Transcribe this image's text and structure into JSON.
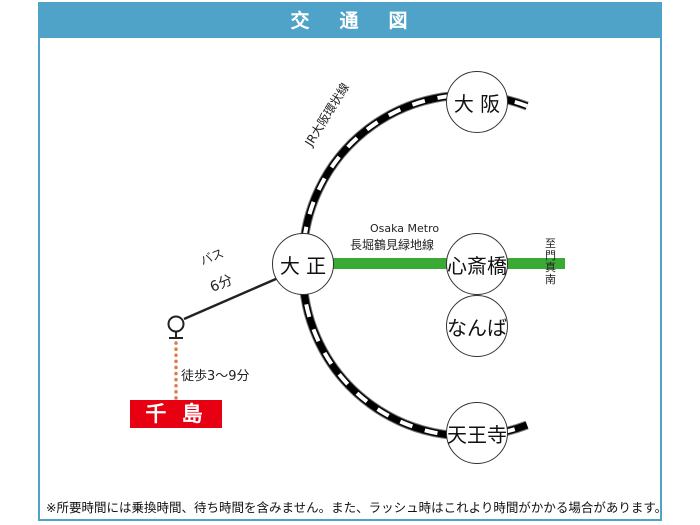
{
  "header": {
    "title_chars": [
      "交",
      "通",
      "図"
    ]
  },
  "stations": {
    "osaka": "大 阪",
    "taisho": "大 正",
    "shinsaibashi": "心斎橋",
    "namba": "なんば",
    "tennoji": "天王寺"
  },
  "lines": {
    "jr": {
      "name": "JR大阪環状線",
      "color": "#000000"
    },
    "metro": {
      "name_en": "Osaka Metro",
      "name_ja": "長堀鶴見緑地線",
      "color": "#3aaa35",
      "direction": "至門真南"
    }
  },
  "bus": {
    "mode": "バス",
    "time": "6分"
  },
  "walk": {
    "label": "徒歩3〜9分",
    "color": "#e07a4a"
  },
  "destination": {
    "name": "千 島",
    "color": "#e60012"
  },
  "footnote": "※所要時間には乗換時間、待ち時間を含みません。また、ラッシュ時はこれより時間がかかる場合があります。"
}
